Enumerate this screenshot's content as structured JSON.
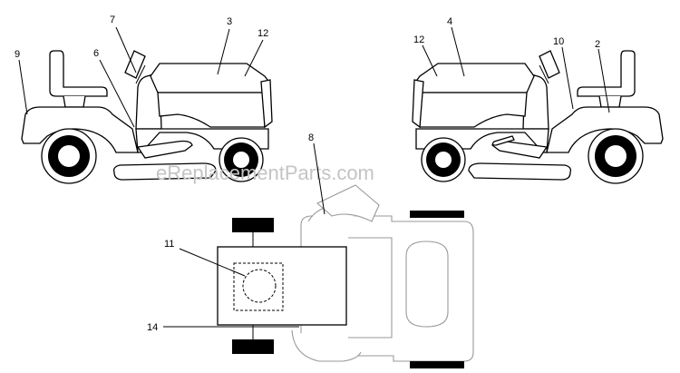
{
  "watermark": "eReplacementParts.com",
  "callouts": {
    "c9": "9",
    "c7": "7",
    "c6": "6",
    "c3": "3",
    "c12a": "12",
    "c12b": "12",
    "c4": "4",
    "c10": "10",
    "c2": "2",
    "c8": "8",
    "c11": "11",
    "c14": "14"
  }
}
